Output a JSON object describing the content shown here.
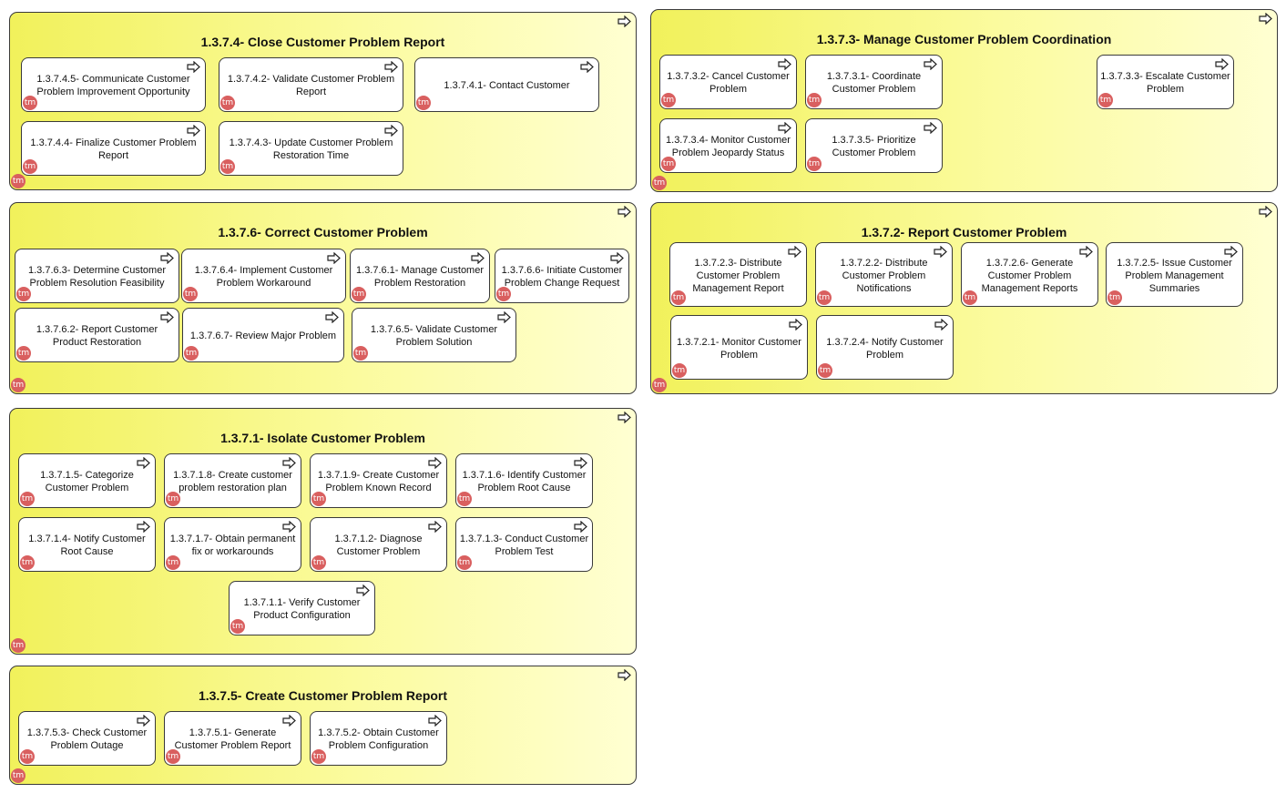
{
  "icons": {
    "arrow": "process-arrow-icon",
    "badge": "tm-badge-icon",
    "badge_text": "tm"
  },
  "colors": {
    "group_fill_start": "#f1f15b",
    "group_fill_end": "#ffffd2",
    "badge": "#d95f5f"
  },
  "groups": [
    {
      "id": "g-1-3-7-4",
      "title": "1.3.7.4- Close Customer Problem Report",
      "cards": [
        "1.3.7.4.5- Communicate Customer Problem Improvement Opportunity",
        "1.3.7.4.2- Validate Customer Problem Report",
        "1.3.7.4.1- Contact Customer",
        "1.3.7.4.4- Finalize Customer Problem Report",
        "1.3.7.4.3- Update Customer Problem Restoration Time"
      ]
    },
    {
      "id": "g-1-3-7-3",
      "title": "1.3.7.3- Manage Customer Problem Coordination",
      "cards": [
        "1.3.7.3.2- Cancel Customer Problem",
        "1.3.7.3.1- Coordinate Customer Problem",
        "1.3.7.3.3- Escalate Customer Problem",
        "1.3.7.3.4- Monitor Customer Problem Jeopardy Status",
        "1.3.7.3.5- Prioritize Customer Problem"
      ]
    },
    {
      "id": "g-1-3-7-6",
      "title": "1.3.7.6- Correct Customer Problem",
      "cards": [
        "1.3.7.6.3- Determine Customer Problem Resolution Feasibility",
        "1.3.7.6.4- Implement Customer Problem Workaround",
        "1.3.7.6.1- Manage Customer Problem Restoration",
        "1.3.7.6.6- Initiate Customer Problem Change Request",
        "1.3.7.6.2- Report Customer Product Restoration",
        "1.3.7.6.7- Review Major Problem",
        "1.3.7.6.5- Validate Customer Problem Solution"
      ]
    },
    {
      "id": "g-1-3-7-2",
      "title": "1.3.7.2- Report Customer Problem",
      "cards": [
        "1.3.7.2.3- Distribute Customer Problem Management Report",
        "1.3.7.2.2- Distribute Customer Problem Notifications",
        "1.3.7.2.6- Generate Customer Problem Management Reports",
        "1.3.7.2.5- Issue Customer Problem Management Summaries",
        "1.3.7.2.1- Monitor Customer Problem",
        "1.3.7.2.4- Notify Customer Problem"
      ]
    },
    {
      "id": "g-1-3-7-1",
      "title": "1.3.7.1- Isolate Customer Problem",
      "cards": [
        "1.3.7.1.5- Categorize Customer Problem",
        "1.3.7.1.8- Create customer problem restoration plan",
        "1.3.7.1.9- Create Customer Problem Known Record",
        "1.3.7.1.6- Identify Customer Problem Root Cause",
        "1.3.7.1.4- Notify Customer Root Cause",
        "1.3.7.1.7- Obtain permanent fix or workarounds",
        "1.3.7.1.2- Diagnose Customer Problem",
        "1.3.7.1.3- Conduct Customer Problem Test",
        "1.3.7.1.1- Verify Customer Product Configuration"
      ]
    },
    {
      "id": "g-1-3-7-5",
      "title": "1.3.7.5- Create Customer Problem Report",
      "cards": [
        "1.3.7.5.3- Check Customer Problem Outage",
        "1.3.7.5.1- Generate Customer Problem Report",
        "1.3.7.5.2- Obtain Customer Problem Configuration"
      ]
    }
  ]
}
